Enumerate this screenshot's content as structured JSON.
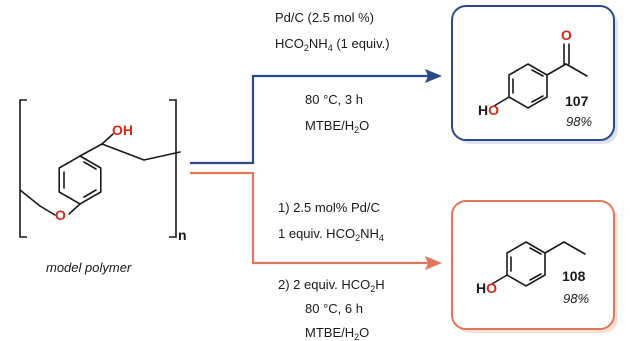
{
  "polymer": {
    "oh_label": "OH",
    "o_label": "O",
    "n_label": "n",
    "caption": "model polymer"
  },
  "top_reaction": {
    "reagent_line1": "Pd/C (2.5 mol %)",
    "reagent_line2_main": "HCO",
    "reagent_line2_sub1": "2",
    "reagent_line2_mid": "NH",
    "reagent_line2_sub2": "4",
    "reagent_line2_tail": " (1 equiv.)",
    "condition_line1": "80 °C, 3 h",
    "solvent_main": "MTBE/H",
    "solvent_sub": "2",
    "solvent_tail": "O",
    "arrow_color": "#2b4a8b"
  },
  "bottom_reaction": {
    "step1_line1": "1) 2.5 mol% Pd/C",
    "step1_line2_main": "1 equiv. HCO",
    "step1_line2_sub1": "2",
    "step1_line2_mid": "NH",
    "step1_line2_sub2": "4",
    "step2_line1_main": "2) 2 equiv. HCO",
    "step2_line1_sub": "2",
    "step2_line1_tail": "H",
    "step2_line2": "80 °C, 6 h",
    "solvent_main": "MTBE/H",
    "solvent_sub": "2",
    "solvent_tail": "O",
    "arrow_color": "#e2765a"
  },
  "product_107": {
    "ho_h": "H",
    "ho_o": "O",
    "carbonyl_o": "O",
    "number": "107",
    "yield": "98%",
    "border_color": "#2b4a8b"
  },
  "product_108": {
    "ho_h": "H",
    "ho_o": "O",
    "number": "108",
    "yield": "98%",
    "border_color": "#e2765a"
  },
  "colors": {
    "oxygen": "#d42a1a",
    "text": "#1a1a1a"
  }
}
